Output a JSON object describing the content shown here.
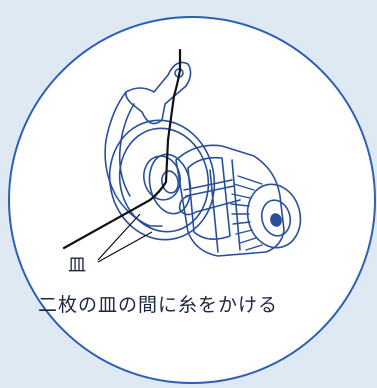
{
  "diagram": {
    "part_label": "皿",
    "caption": "二枚の皿の間に糸をかける",
    "colors": {
      "background": "#dfe9f4",
      "circle_fill": "#ffffff",
      "circle_stroke": "#2d5fb4",
      "line_art": "#2a4f9a",
      "thread": "#111111",
      "text": "#1c2740"
    },
    "icons": [
      "tension-disc-assembly-illustration",
      "thread-line"
    ]
  }
}
